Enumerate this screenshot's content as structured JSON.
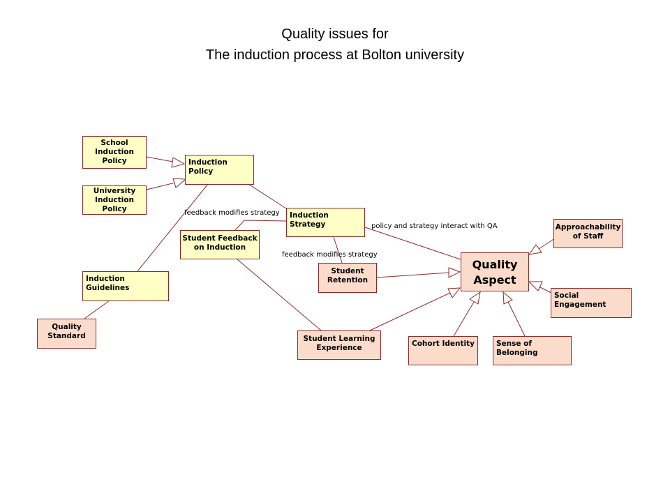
{
  "title": {
    "line1": "Quality issues for",
    "line2": "The induction process at Bolton university"
  },
  "nodes": {
    "school_induction_policy": "School Induction Policy",
    "university_induction_policy": "University Induction Policy",
    "induction_policy": "Induction Policy",
    "induction_strategy": "Induction Strategy",
    "student_feedback": "Student Feedback on Induction",
    "induction_guidelines": "Induction Guidelines",
    "quality_standard": "Quality Standard",
    "student_retention": "Student Retention",
    "student_learning_experience": "Student Learning Experience",
    "quality_aspect": "Quality Aspect",
    "approachability_of_staff": "Approachability of Staff",
    "social_engagement": "Social Engagement",
    "cohort_identity": "Cohort Identity",
    "sense_of_belonging": "Sense of Belonging"
  },
  "edge_labels": {
    "feedback_modifies_strategy_1": "feedback modifies strategy",
    "feedback_modifies_strategy_2": "feedback modifies strategy",
    "policy_and_strategy": "policy and strategy interact with QA"
  },
  "colors": {
    "yellow_fill": "#ffffc6",
    "pink_fill": "#fbdccb",
    "border": "#8b2a2a"
  }
}
